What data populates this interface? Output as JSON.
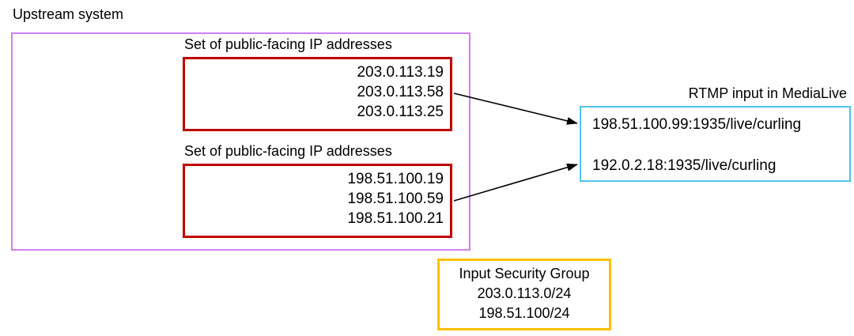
{
  "upstream": {
    "label": "Upstream system"
  },
  "ip_sets": [
    {
      "label": "Set of public-facing IP addresses",
      "ips": [
        "203.0.113.19",
        "203.0.113.58",
        "203.0.113.25"
      ]
    },
    {
      "label": "Set of public-facing IP addresses",
      "ips": [
        "198.51.100.19",
        "198.51.100.59",
        "198.51.100.21"
      ]
    }
  ],
  "rtmp": {
    "label": "RTMP input in MediaLive",
    "endpoints": [
      "198.51.100.99:1935/live/curling",
      "192.0.2.18:1935/live/curling"
    ]
  },
  "security_group": {
    "title": "Input Security Group",
    "cidrs": [
      "203.0.113.0/24",
      "198.51.100/24"
    ]
  },
  "colors": {
    "upstream_border": "#D27FF0",
    "ip_box_border": "#C00000",
    "rtmp_border": "#4FC3F0",
    "security_border": "#FFC000",
    "arrow": "#000000",
    "text": "#000000",
    "background": "#FFFFFF"
  }
}
